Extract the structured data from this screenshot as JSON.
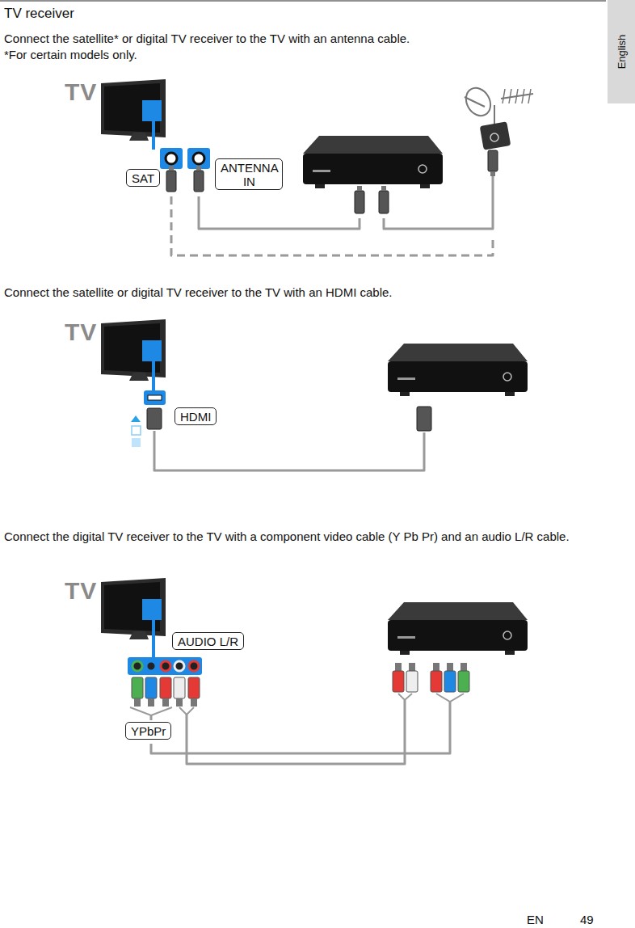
{
  "diagram": {
    "title": "TV receiver",
    "nodes": [
      {
        "text": [
          "SAT"
        ]
      },
      {
        "text": [
          "ANTENNA IN"
        ]
      },
      {
        "text": [
          "HDMI"
        ]
      },
      {
        "text": [
          "AUDIO L/R"
        ]
      },
      {
        "text": [
          "YPbPr"
        ]
      },
      {
        "text": [
          "English"
        ]
      }
    ],
    "labels": [
      "Connect the satellite* or digital TV receiver to the TV with an antenna cable.",
      "*For certain models only.",
      "TV",
      "Connect the satellite or digital TV receiver to the TV with an HDMI cable.",
      "TV",
      "Connect the digital TV receiver to the TV with a component video cable (Y Pb Pr) and an audio L/R cable.",
      "TV",
      "EN",
      "49"
    ]
  }
}
